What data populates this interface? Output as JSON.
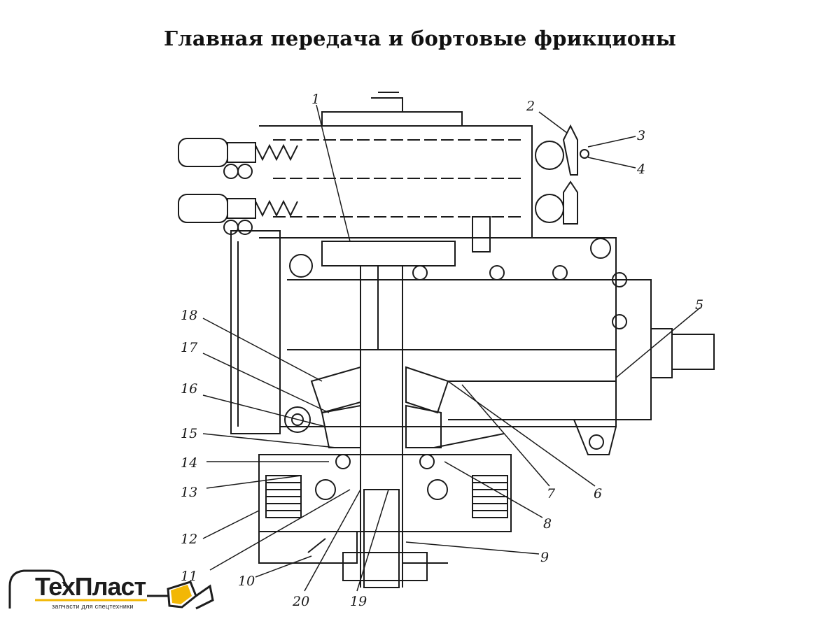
{
  "title": "Главная передача и бортовые фрикционы",
  "callouts": [
    "1",
    "2",
    "3",
    "4",
    "5",
    "6",
    "7",
    "8",
    "9",
    "10",
    "11",
    "12",
    "13",
    "14",
    "15",
    "16",
    "17",
    "18",
    "19",
    "20"
  ],
  "logo": {
    "name": "ТехПласт",
    "tagline": "запчасти для спецтехники",
    "accent_color": "#f2b705",
    "icon": "excavator-bucket-icon"
  }
}
